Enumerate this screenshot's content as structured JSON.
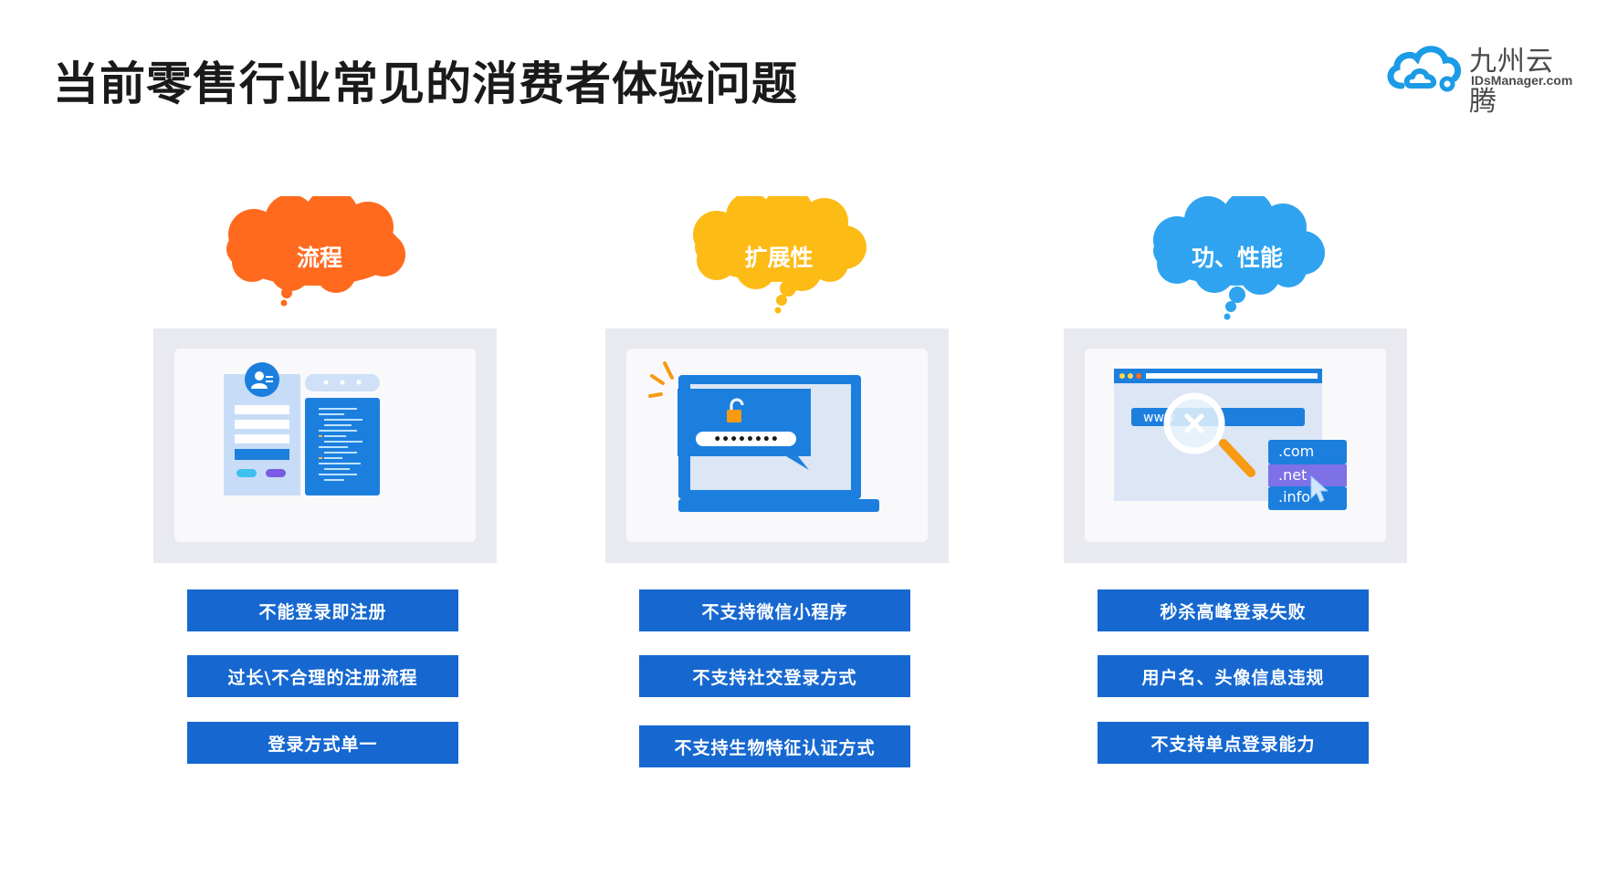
{
  "page_title": "当前零售行业常见的消费者体验问题",
  "brand": {
    "name_cn": "九州云腾",
    "name_en": "IDsManager.com",
    "color": "#1c9be6"
  },
  "columns": [
    {
      "heading": "流程",
      "cloud_color": "#ff6a1f",
      "illustration": "registration-form-icon",
      "issues": [
        "不能登录即注册",
        "过长\\不合理的注册流程",
        "登录方式单一"
      ]
    },
    {
      "heading": "扩展性",
      "cloud_color": "#fdbb16",
      "illustration": "laptop-password-icon",
      "password_mask": "••••••••",
      "issues": [
        "不支持微信小程序",
        "不支持社交登录方式",
        "不支持生物特征认证方式"
      ]
    },
    {
      "heading": "功、性能",
      "cloud_color": "#2fa3f0",
      "illustration": "domain-search-icon",
      "url_prefix": "www",
      "domains": [
        ".com",
        ".net",
        ".info"
      ],
      "issues": [
        "秒杀高峰登录失败",
        "用户名、头像信息违规",
        "不支持单点登录能力"
      ]
    }
  ],
  "colors": {
    "issue_bar": "#1668d0",
    "panel_bg": "#e9eaf0",
    "title_text": "#1a1a1a"
  }
}
